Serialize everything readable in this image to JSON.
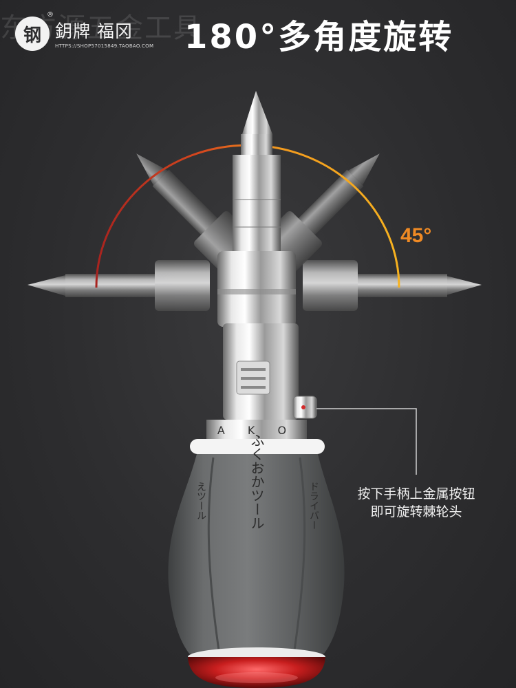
{
  "watermark": {
    "text": "东方源五金工具"
  },
  "brand": {
    "logo_char": "钢",
    "registered_mark": "®",
    "name": "鈅牌 福冈",
    "shop_url": "HTTPS://SHOP57015849.TAOBAO.COM"
  },
  "headline": "180°多角度旋转",
  "angle_label": "45°",
  "callout": {
    "line1": "按下手柄上金属按钮",
    "line2": "即可旋转棘轮头"
  },
  "colors": {
    "background": "#2c2c2e",
    "arc_start": "#c0302a",
    "arc_end": "#f39a1e",
    "handle": "#5d5f60",
    "accent_red": "#d42a2a",
    "angle_text": "#f08a24"
  },
  "icons": {
    "logo": "brand-seal-icon",
    "button_dot": "release-button-icon"
  },
  "handle_text": {
    "collar": "A K O",
    "front": "ふくおかツール",
    "left_side": "えツール",
    "right_side": "ドライバー"
  }
}
